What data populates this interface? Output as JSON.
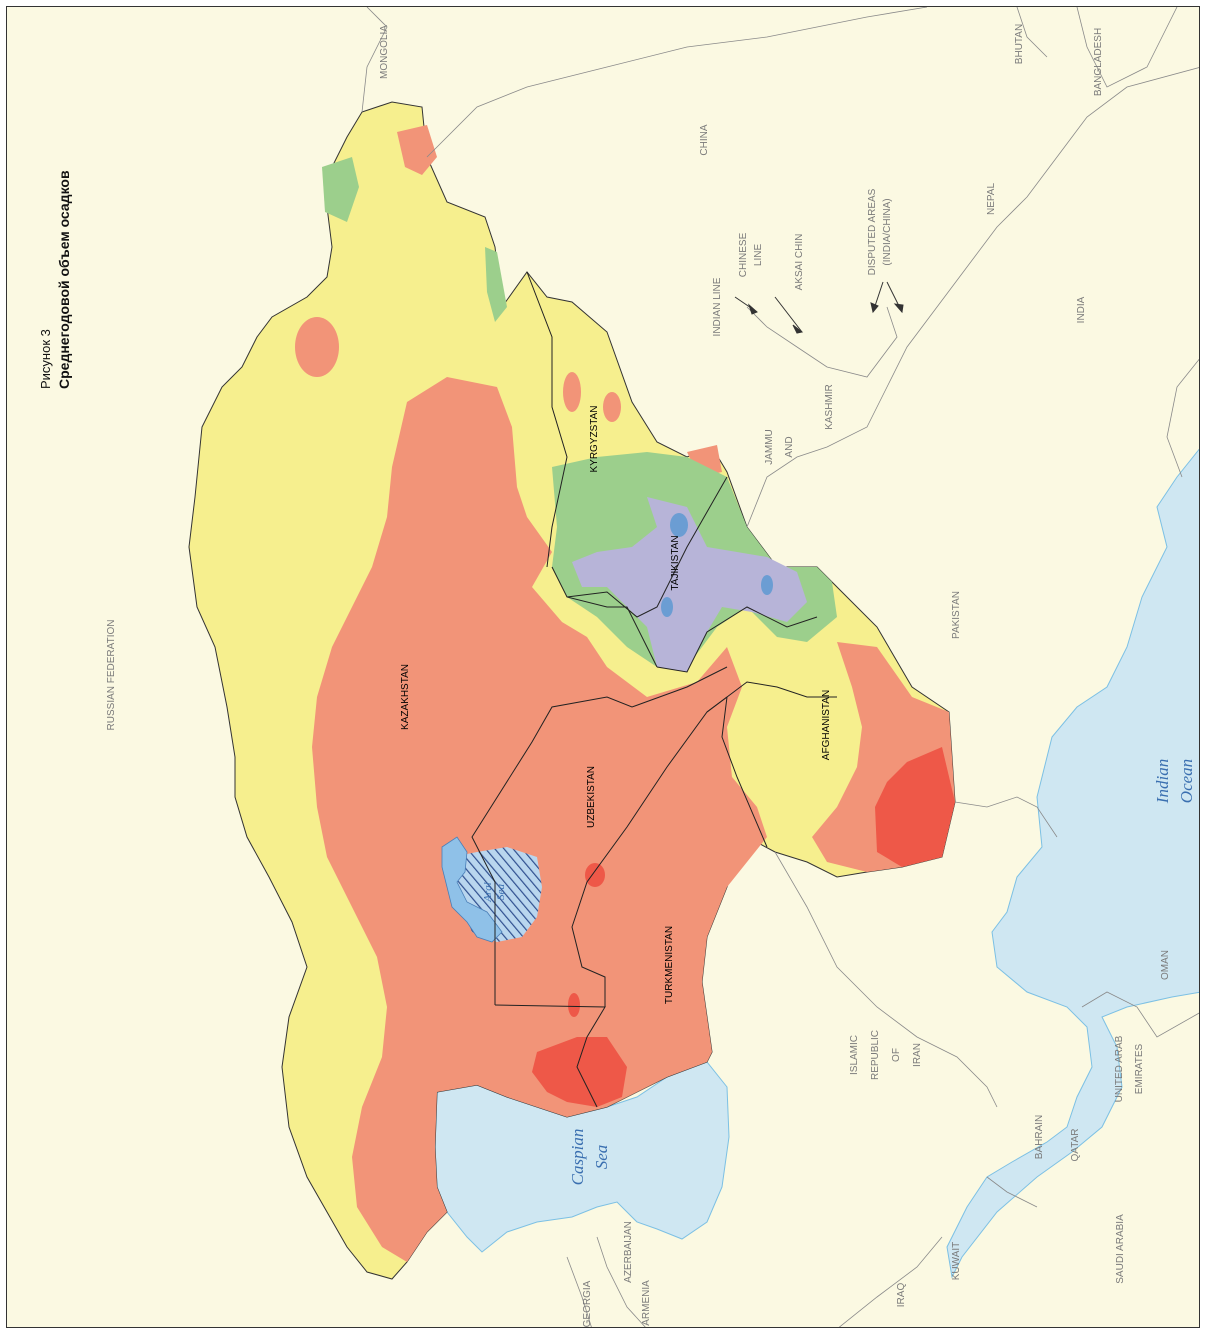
{
  "figure": {
    "number": "Рисунок 3",
    "title": "Среднегодовой объем осадков"
  },
  "countries": {
    "kazakhstan": "KAZAKHSTAN",
    "uzbekistan": "UZBEKISTAN",
    "turkmenistan": "TURKMENISTAN",
    "kyrgyzstan": "KYRGYZSTAN",
    "tajikistan": "TAJIKISTAN",
    "afghanistan": "AFGHANISTAN"
  },
  "external": {
    "russia": "RUSSIAN FEDERATION",
    "mongolia": "MONGOLIA",
    "china": "CHINA",
    "bhutan": "BHUTAN",
    "bangladesh": "BANGLADESH",
    "nepal": "NEPAL",
    "india": "INDIA",
    "pakistan": "PAKISTAN",
    "iran": [
      "ISLAMIC",
      "REPUBLIC",
      "OF",
      "IRAN"
    ],
    "oman": "OMAN",
    "uae": [
      "UNITED ARAB",
      "EMIRATES"
    ],
    "qatar": "QATAR",
    "bahrain": "BAHRAIN",
    "saudi": "SAUDI ARABIA",
    "kuwait": "KUWAIT",
    "iraq": "IRAQ",
    "azerbaijan": "AZERBAIJAN",
    "georgia": "GEORGIA",
    "armenia": "ARMENIA",
    "jammu": [
      "JAMMU",
      "AND",
      "KASHMIR"
    ],
    "aksai": "AKSAI CHIN",
    "indian_line": "INDIAN LINE",
    "chinese_line": [
      "CHINESE",
      "LINE"
    ],
    "disputed": [
      "DISPUTED AREAS",
      "(INDIA/CHINA)"
    ]
  },
  "water": {
    "caspian": [
      "Caspian",
      "Sea"
    ],
    "indian_ocean": [
      "Indian",
      "Ocean"
    ],
    "aral": [
      "Aral",
      "Sea"
    ]
  },
  "colors": {
    "background": "#fbf9e2",
    "yellow_zone": "#f6ef8e",
    "salmon_zone": "#f29478",
    "red_zone": "#ee5848",
    "green_zone": "#9ccf8c",
    "lavender_zone": "#b7b4d8",
    "blue_zone": "#6b9dd3",
    "water": "#cfe7f2",
    "lake": "#8fc1e8"
  }
}
